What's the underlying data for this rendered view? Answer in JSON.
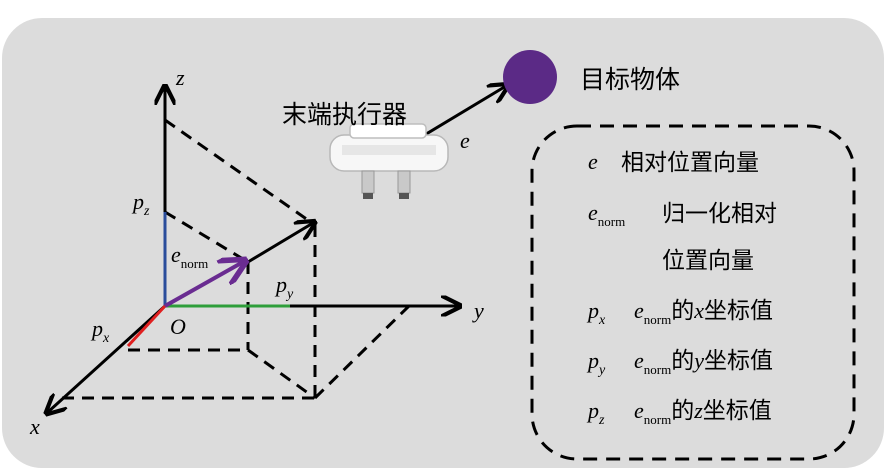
{
  "colors": {
    "panel_bg": "#dcdcdc",
    "target": "#5b2a86",
    "e_norm_arrow": "#6a2c91",
    "px_segment": "#e02020",
    "py_segment": "#2e9e3a",
    "pz_segment": "#2a4d9b"
  },
  "axes": {
    "x": "x",
    "y": "y",
    "z": "z",
    "origin": "O"
  },
  "labels": {
    "target": "目标物体",
    "end_effector": "末端执行器",
    "e": "e",
    "e_norm_base": "e",
    "norm_sub": "norm",
    "p": "p",
    "sub_x": "x",
    "sub_y": "y",
    "sub_z": "z"
  },
  "legend": {
    "e_desc": "相对位置向量",
    "enorm_desc_1": "归一化相对",
    "enorm_desc_2": "位置向量",
    "de": "的",
    "coord_suffix": "坐标值"
  },
  "icons": {
    "end_effector": "gripper-icon",
    "target": "circle-target-icon"
  }
}
